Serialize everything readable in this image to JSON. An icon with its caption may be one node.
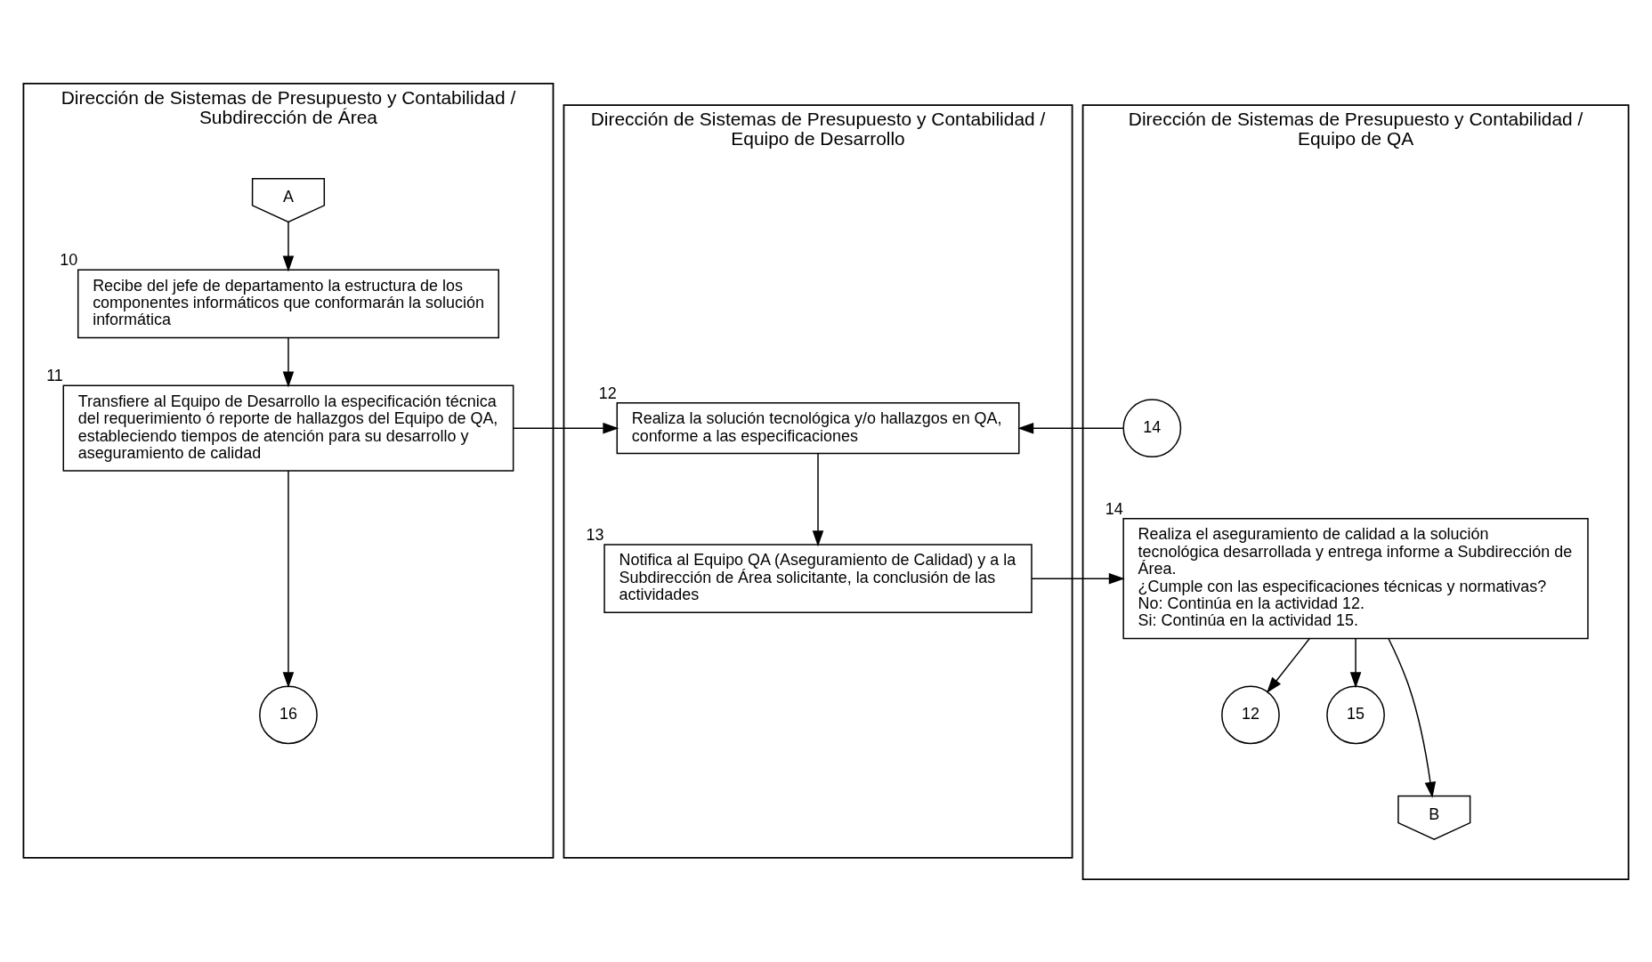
{
  "diagram": {
    "nodes": [
      {
        "text": [
          "Dirección de Sistemas de Presupuesto y Contabilidad / Subdirección de Área"
        ]
      },
      {
        "text": [
          "Dirección de Sistemas de Presupuesto y Contabilidad / Equipo de Desarrollo"
        ]
      },
      {
        "text": [
          "Dirección de Sistemas de Presupuesto y Contabilidad / Equipo de QA"
        ]
      },
      {
        "text": [
          "A"
        ],
        "in": 0
      },
      {
        "text": [
          "Recibe del jefe de departamento la estructura de los componentes informáticos que conformarán la solución informática"
        ],
        "beside": [
          "10"
        ],
        "in": 0
      },
      {
        "text": [
          "Transfiere al Equipo de Desarrollo la especificación técnica del requerimiento ó reporte de hallazgos del Equipo de QA, estableciendo tiempos de atención para su desarrollo y aseguramiento de calidad"
        ],
        "beside": [
          "11"
        ],
        "in": 0
      },
      {
        "text": [
          "16"
        ],
        "in": 0
      },
      {
        "text": [
          "Realiza la solución tecnológica y/o hallazgos en QA, conforme a las especificaciones"
        ],
        "beside": [
          "12"
        ],
        "in": 1
      },
      {
        "text": [
          "Notifica al Equipo QA (Aseguramiento de Calidad) y a la Subdirección de Área solicitante, la conclusión de las actividades"
        ],
        "beside": [
          "13"
        ],
        "in": 1
      },
      {
        "text": [
          "14"
        ],
        "in": 2
      },
      {
        "text": [
          "Realiza el aseguramiento de calidad a la solución tecnológica desarrollada y entrega informe a Subdirección de Área.",
          "¿Cumple con las especificaciones técnicas y normativas?",
          "No: Continúa en la actividad 12.",
          "Si: Continúa en la actividad 15."
        ],
        "beside": [
          "14"
        ],
        "in": 2
      },
      {
        "text": [
          "12"
        ],
        "in": 2
      },
      {
        "text": [
          "15"
        ],
        "in": 2
      },
      {
        "text": [
          "B"
        ],
        "in": 2
      }
    ],
    "edges": [
      {
        "from": 3,
        "to": 4,
        "arrow": "to"
      },
      {
        "from": 4,
        "to": 5,
        "arrow": "to"
      },
      {
        "from": 5,
        "to": 6,
        "arrow": "to"
      },
      {
        "from": 5,
        "to": 7,
        "arrow": "to"
      },
      {
        "from": 7,
        "to": 8,
        "arrow": "to"
      },
      {
        "from": 9,
        "to": 7,
        "arrow": "to"
      },
      {
        "from": 8,
        "to": 10,
        "arrow": "to"
      },
      {
        "from": 10,
        "to": 11,
        "arrow": "to"
      },
      {
        "from": 10,
        "to": 12,
        "arrow": "to"
      },
      {
        "from": 10,
        "to": 13,
        "arrow": "to"
      }
    ]
  }
}
